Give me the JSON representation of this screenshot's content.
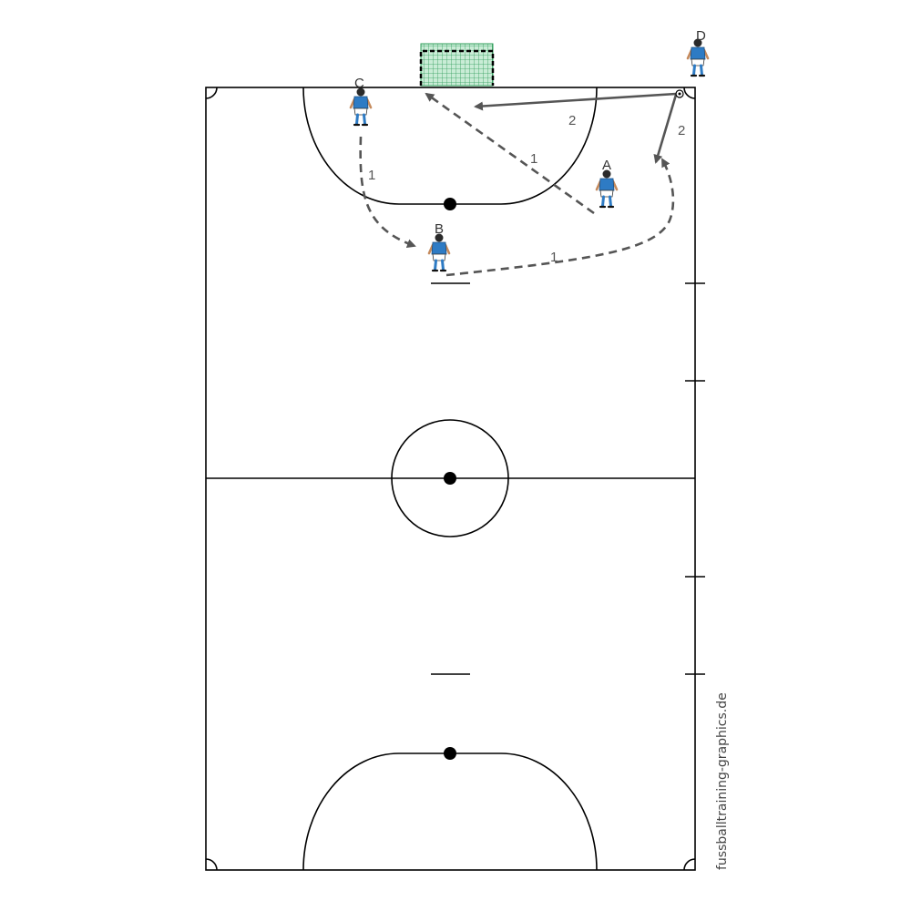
{
  "players": [
    {
      "id": "A",
      "label": "A"
    },
    {
      "id": "B",
      "label": "B"
    },
    {
      "id": "C",
      "label": "C"
    },
    {
      "id": "D",
      "label": "D"
    }
  ],
  "movements": [
    {
      "id": "c-to-b-run",
      "label": "1",
      "style": "dashed"
    },
    {
      "id": "a-to-goal-run",
      "label": "1",
      "style": "dashed"
    },
    {
      "id": "b-to-corner-run",
      "label": "1",
      "style": "dashed"
    },
    {
      "id": "d-pass-to-goal",
      "label": "2",
      "style": "solid"
    },
    {
      "id": "d-pass-to-a",
      "label": "2",
      "style": "solid"
    }
  ],
  "credit": "fussballtraining-graphics.de",
  "colors": {
    "jersey": "#2e7bc4",
    "shorts": "#ffffff",
    "goal_net": "#c9ecd6",
    "arrow": "#555555",
    "lines": "#000000"
  }
}
